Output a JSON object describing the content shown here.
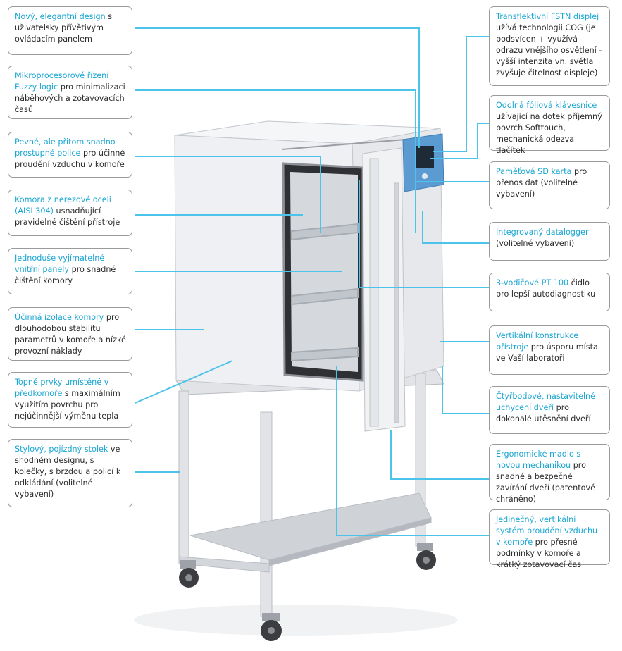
{
  "colors": {
    "accent": "#19a6d3",
    "connector": "#4cc3ea",
    "box_border": "#9a9a9a",
    "text": "#2a2a2a",
    "cabinet": "#eef0f3",
    "frame": "#e2e4e8",
    "display": "#5b9bd1"
  },
  "icons": [
    "shelf-icon",
    "wheel-icon",
    "control-panel-icon"
  ],
  "callouts": {
    "left": [
      {
        "hl": "Nový, elegantní design",
        "rest": " s uživatelsky přívětivým ovládacím panelem"
      },
      {
        "hl": "Mikroprocesorové řízení Fuzzy logic",
        "rest": " pro minimalizaci náběhových a zotavovacích časů"
      },
      {
        "hl": "Pevné, ale přitom snadno prostupné police",
        "rest": " pro účinné proudění vzduchu v komoře"
      },
      {
        "hl": "Komora z nerezové oceli (AISI 304)",
        "rest": " usnadňující pravidelné čištění přístroje"
      },
      {
        "hl": "Jednoduše vyjímatelné vnitřní panely",
        "rest": " pro snadné čištění komory"
      },
      {
        "hl": "Účinná izolace komory",
        "rest": " pro dlouhodobou stabilitu parametrů v komoře a nízké provozní náklady"
      },
      {
        "hl": "Topné prvky umístěné v předkomoře",
        "rest": " s maximálním využitím povrchu pro nejúčinnější výměnu tepla"
      },
      {
        "hl": "Stylový, pojízdný stolek",
        "rest": " ve shodném designu, s kolečky, s brzdou a policí k odkládání (volitelné vybavení)"
      }
    ],
    "right": [
      {
        "hl": "Transflektivní FSTN displej",
        "rest": " užívá technologii COG (je podsvícen + využívá odrazu vnějšího osvětlení - vyšší intenzita vn. světla zvyšuje čitelnost displeje)"
      },
      {
        "hl": "Odolná fóliová klávesnice",
        "rest": " užívající na dotek příjemný povrch Softtouch, mechanická odezva tlačítek"
      },
      {
        "hl": "Paměťová SD karta",
        "rest": " pro přenos dat (volitelné vybavení)"
      },
      {
        "hl": "Integrovaný datalogger",
        "rest": " (volitelné vybavení)"
      },
      {
        "hl": "3-vodičové PT 100",
        "rest": " čidlo pro lepší autodiagnostiku"
      },
      {
        "hl": "Vertikální konstrukce přístroje",
        "rest": " pro úsporu místa ve Vaší laboratoři"
      },
      {
        "hl": "Čtyřbodové, nastavitelné uchycení dveří",
        "rest": " pro dokonalé utěsnění dveří"
      },
      {
        "hl": "Ergonomické madlo s novou mechanikou",
        "rest": " pro snadné a bezpečné zavírání dveří (patentově chráněno)"
      },
      {
        "hl": "Jedinečný, vertikální systém proudění vzduchu v komoře",
        "rest": " pro přesné podmínky v komoře a krátký zotavovací čas"
      }
    ]
  }
}
